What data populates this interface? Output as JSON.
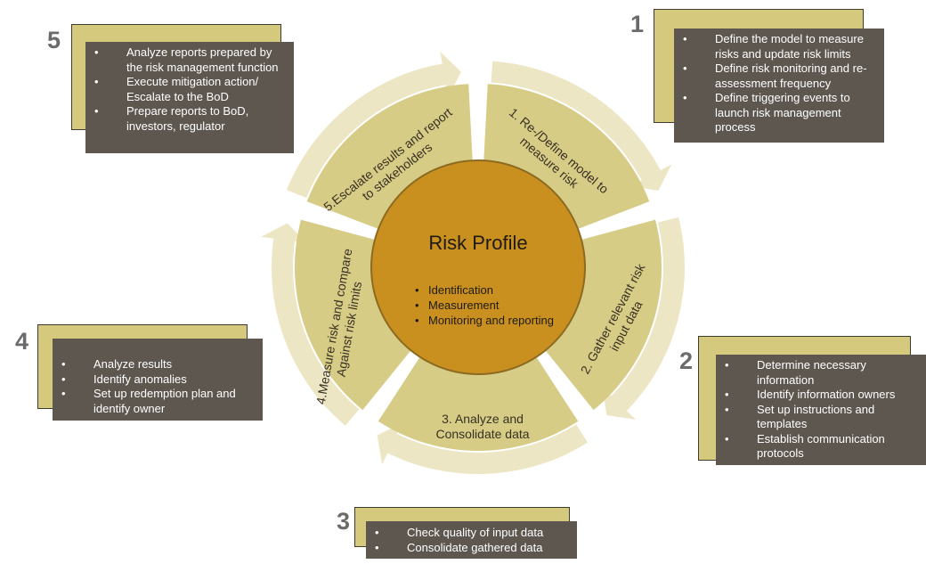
{
  "center": {
    "title": "Risk Profile",
    "items": [
      "Identification",
      "Measurement",
      "Monitoring and reporting"
    ]
  },
  "segments": [
    {
      "label_lines": [
        "1. Re-/Define model to",
        "measure risk"
      ]
    },
    {
      "label_lines": [
        "2. Gather relevant risk",
        "input data"
      ]
    },
    {
      "label_lines": [
        "3. Analyze and",
        "Consolidate data"
      ]
    },
    {
      "label_lines": [
        "4.Measure risk and compare",
        "Against risk limits"
      ]
    },
    {
      "label_lines": [
        "5.Escalate results and report",
        "to stakeholders"
      ]
    }
  ],
  "steps": [
    {
      "number": "1",
      "items": [
        "Define the model to measure risks and update risk limits",
        "Define risk monitoring and re-assessment frequency",
        "Define triggering events to launch risk management process"
      ]
    },
    {
      "number": "2",
      "items": [
        "Determine necessary information",
        "Identify information owners",
        "Set up instructions and templates",
        "Establish communication protocols"
      ]
    },
    {
      "number": "3",
      "items": [
        "Check quality of input data",
        "Consolidate gathered data"
      ]
    },
    {
      "number": "4",
      "items": [
        "Analyze results",
        "Identify anomalies",
        "Set up redemption plan and identify owner"
      ]
    },
    {
      "number": "5",
      "items": [
        "Analyze reports prepared by the risk management function",
        "Execute mitigation action/ Escalate to the BoD",
        "Prepare reports to BoD, investors, regulator"
      ]
    }
  ],
  "colors": {
    "ring_outer": "#ede6c4",
    "ring_inner": "#d6cc86",
    "center_fill": "#c9901f",
    "box_back": "#d5c97e",
    "box_front": "#5e5750"
  }
}
